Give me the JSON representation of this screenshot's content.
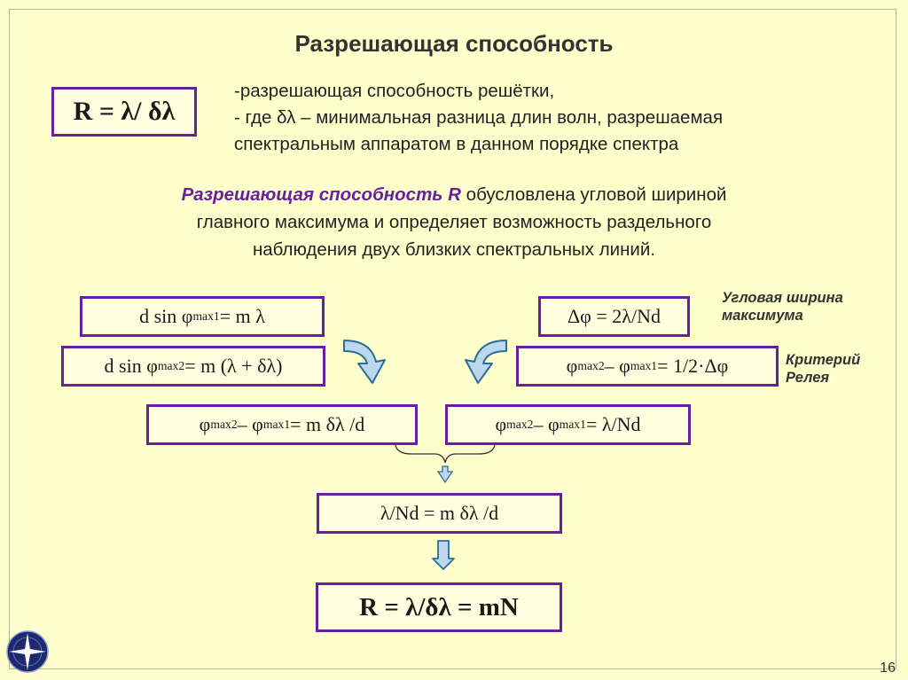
{
  "slide": {
    "title": "Разрешающая способность",
    "page_number": "16",
    "formula_main": "R = λ/ δλ",
    "definition_line1": "-разрешающая способность решётки,",
    "definition_line2": "- где δλ – минимальная разница длин волн, разрешаемая",
    "definition_line3": "спектральным аппаратом в данном порядке спектра",
    "paragraph_emph": "Разрешающая способность R",
    "paragraph_rest_line1": " обусловлена угловой шириной",
    "paragraph_line2": "главного максимума и определяет возможность раздельного",
    "paragraph_line3": "наблюдения двух близких спектральных линий.",
    "note_angular_line1": "Угловая ширина",
    "note_angular_line2": "максимума",
    "note_rayleigh_line1": "Критерий",
    "note_rayleigh_line2": "Релея",
    "formulas": {
      "f1_pre": "d sin φ",
      "f1_sub": "max1",
      "f1_post": " = m λ",
      "f2_pre": "d sin φ",
      "f2_sub": "max2",
      "f2_post": " = m (λ + δλ)",
      "f3": "Δφ = 2λ/Nd",
      "f4_a": "φ",
      "f4_a_sub": "max2",
      "f4_mid": " – φ",
      "f4_b_sub": "max1",
      "f4_post": " = 1/2·Δφ",
      "f5_a": "φ",
      "f5_a_sub": "max2",
      "f5_mid": " – φ",
      "f5_b_sub": "max1",
      "f5_post": "= m δλ /d",
      "f6_a": "φ",
      "f6_a_sub": "max2",
      "f6_mid": " – φ",
      "f6_b_sub": "max1",
      "f6_post": " = λ/Nd",
      "f7": "λ/Nd = m δλ /d",
      "f8": "R = λ/δλ = mN"
    }
  },
  "colors": {
    "background": "#ffffcc",
    "box_border": "#6a1fa3",
    "emphasis": "#6a1fa3",
    "arrow_fill": "#bcd7ee",
    "arrow_stroke": "#2a6f97"
  }
}
